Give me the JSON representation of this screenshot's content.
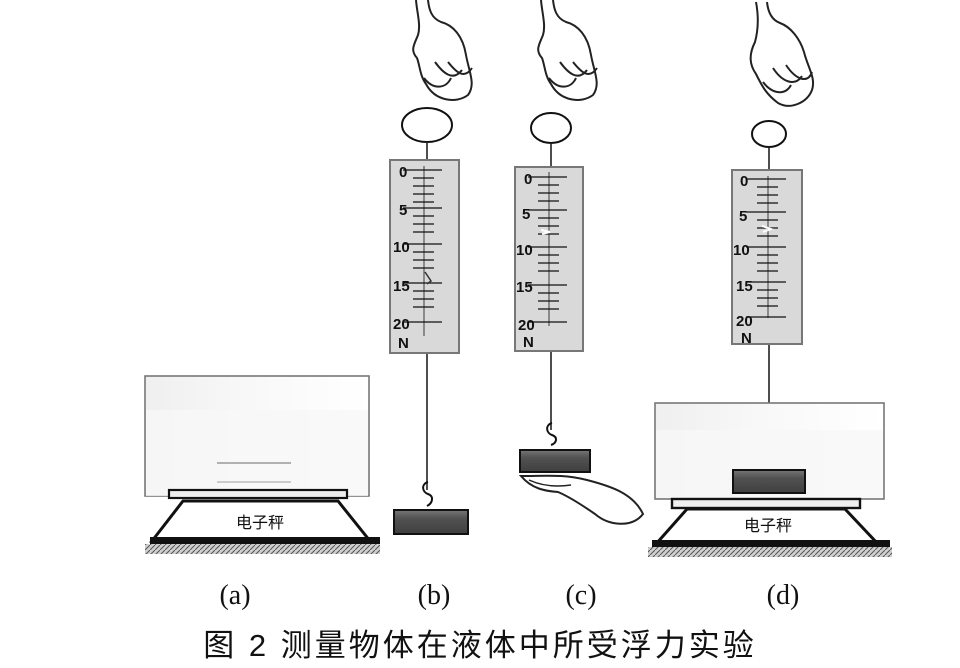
{
  "caption": "图 2  测量物体在液体中所受浮力实验",
  "panel_labels": [
    "(a)",
    "(b)",
    "(c)",
    "(d)"
  ],
  "scale_label": "电子秤",
  "spring_scale": {
    "tick_labels": [
      "0",
      "5",
      "10",
      "15",
      "20"
    ],
    "unit": "N"
  },
  "colors": {
    "frame_fill": "#d9d9d9",
    "frame_stroke": "#777777",
    "block_fill": "#555555",
    "line": "#111111",
    "water_shadow": "#e8e8e8"
  }
}
